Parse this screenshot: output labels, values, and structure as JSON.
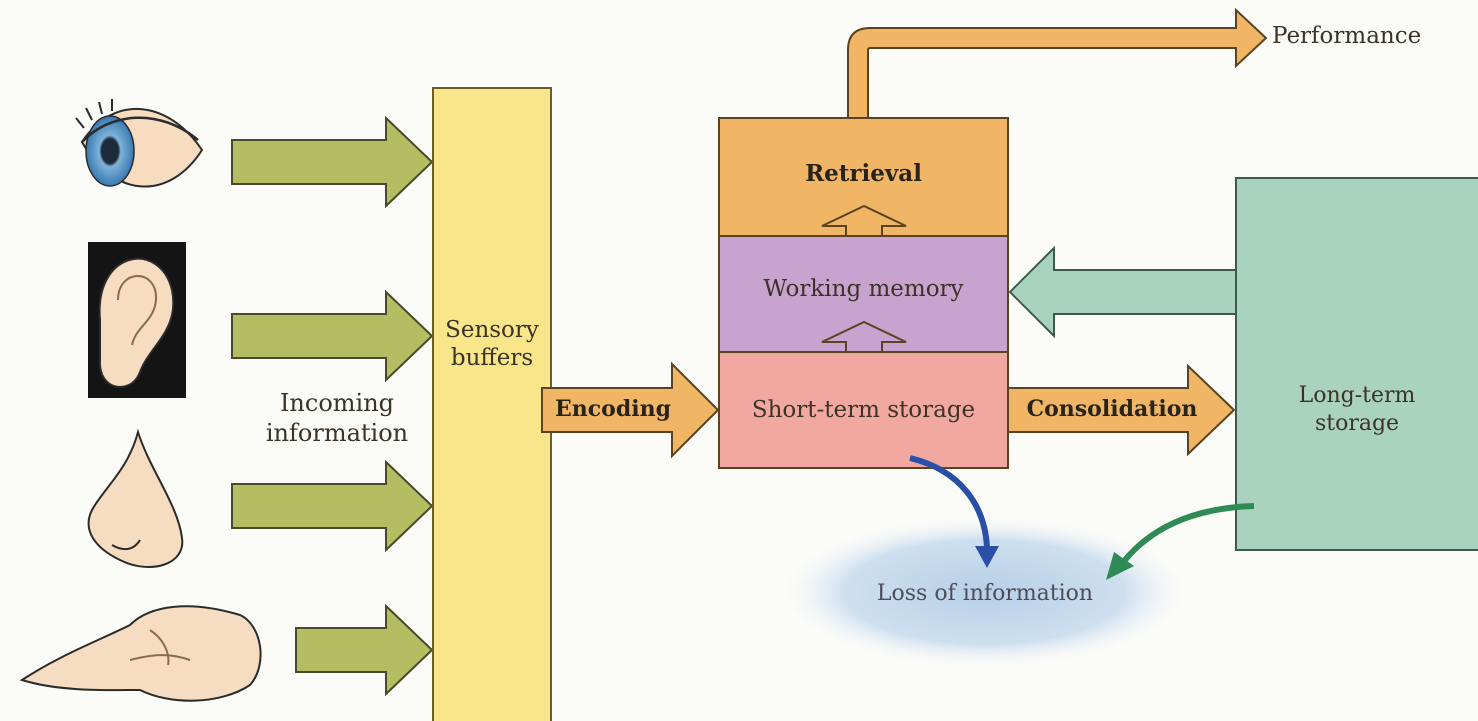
{
  "labels": {
    "performance": "Performance",
    "retrieval": "Retrieval",
    "working_memory": "Working memory",
    "short_term_storage": "Short-term storage",
    "sensory_buffers_line1": "Sensory",
    "sensory_buffers_line2": "buffers",
    "incoming_line1": "Incoming",
    "incoming_line2": "information",
    "encoding": "Encoding",
    "consolidation": "Consolidation",
    "long_term_line1": "Long-term",
    "long_term_line2": "storage",
    "loss": "Loss of information"
  },
  "senses": [
    "eye-icon",
    "ear-icon",
    "nose-icon",
    "hand-icon"
  ],
  "colors": {
    "input_arrow": "#b4bd62",
    "sensory_buffer": "#f9e58a",
    "orange": "#f0b666",
    "working_memory": "#c9a3cf",
    "short_term": "#f0a8a0",
    "long_term": "#a9d2bf",
    "loss_cloud": "#c4d8ec",
    "loss_arrow_blue": "#2a4fa6",
    "loss_arrow_green": "#2f8a55"
  }
}
